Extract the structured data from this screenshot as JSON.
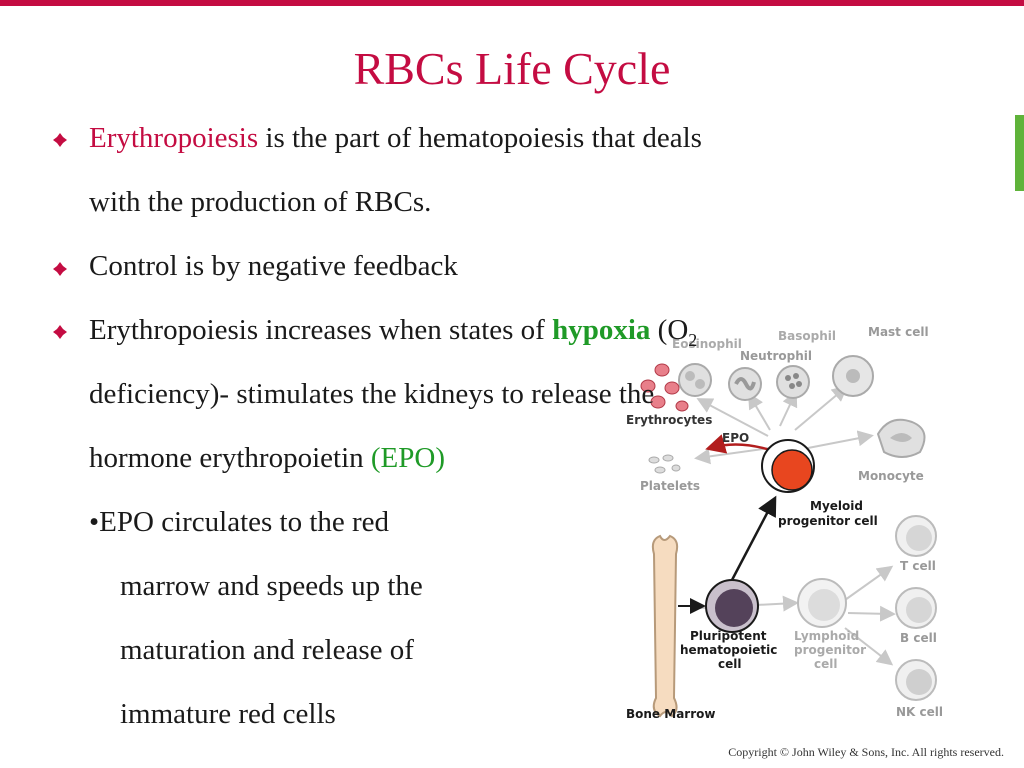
{
  "slide": {
    "title": "RBCs Life Cycle",
    "bullet1": {
      "term": "Erythropoiesis",
      "rest": " is the part of hematopoiesis that deals",
      "cont": "with the production of RBCs."
    },
    "bullet2": {
      "text": "Control is by negative feedback"
    },
    "bullet3": {
      "line1_pre": "Erythropoiesis increases when states of ",
      "line1_term": "hypoxia",
      "line1_post": " (O",
      "line1_sub": "2",
      "line2": "deficiency)- stimulates the kidneys to release the",
      "line3_pre": "hormone erythropoietin ",
      "line3_term": "(EPO)"
    },
    "sub_bullet": {
      "line1": "•EPO circulates to the red",
      "line2": "marrow and speeds up the",
      "line3": "maturation and release of",
      "line4": "immature red cells"
    },
    "copyright": "Copyright © John Wiley & Sons, Inc. All rights reserved."
  },
  "diagram": {
    "labels": {
      "eosinophil": "Eosinophil",
      "basophil": "Basophil",
      "neutrophil": "Neutrophil",
      "mast_cell": "Mast cell",
      "erythrocytes": "Erythrocytes",
      "epo": "EPO",
      "platelets": "Platelets",
      "monocyte": "Monocyte",
      "myeloid_1": "Myeloid",
      "myeloid_2": "progenitor cell",
      "t_cell": "T cell",
      "b_cell": "B cell",
      "nk_cell": "NK cell",
      "pluripotent_1": "Pluripotent",
      "pluripotent_2": "hematopoietic",
      "pluripotent_3": "cell",
      "lymphoid_1": "Lymphoid",
      "lymphoid_2": "progenitor",
      "lymphoid_3": "cell",
      "bone_marrow": "Bone Marrow"
    }
  },
  "colors": {
    "accent": "#c40c42",
    "green": "#1f9a27",
    "side_bar": "#5fb33a",
    "myeloid_fill": "#e8461f"
  }
}
